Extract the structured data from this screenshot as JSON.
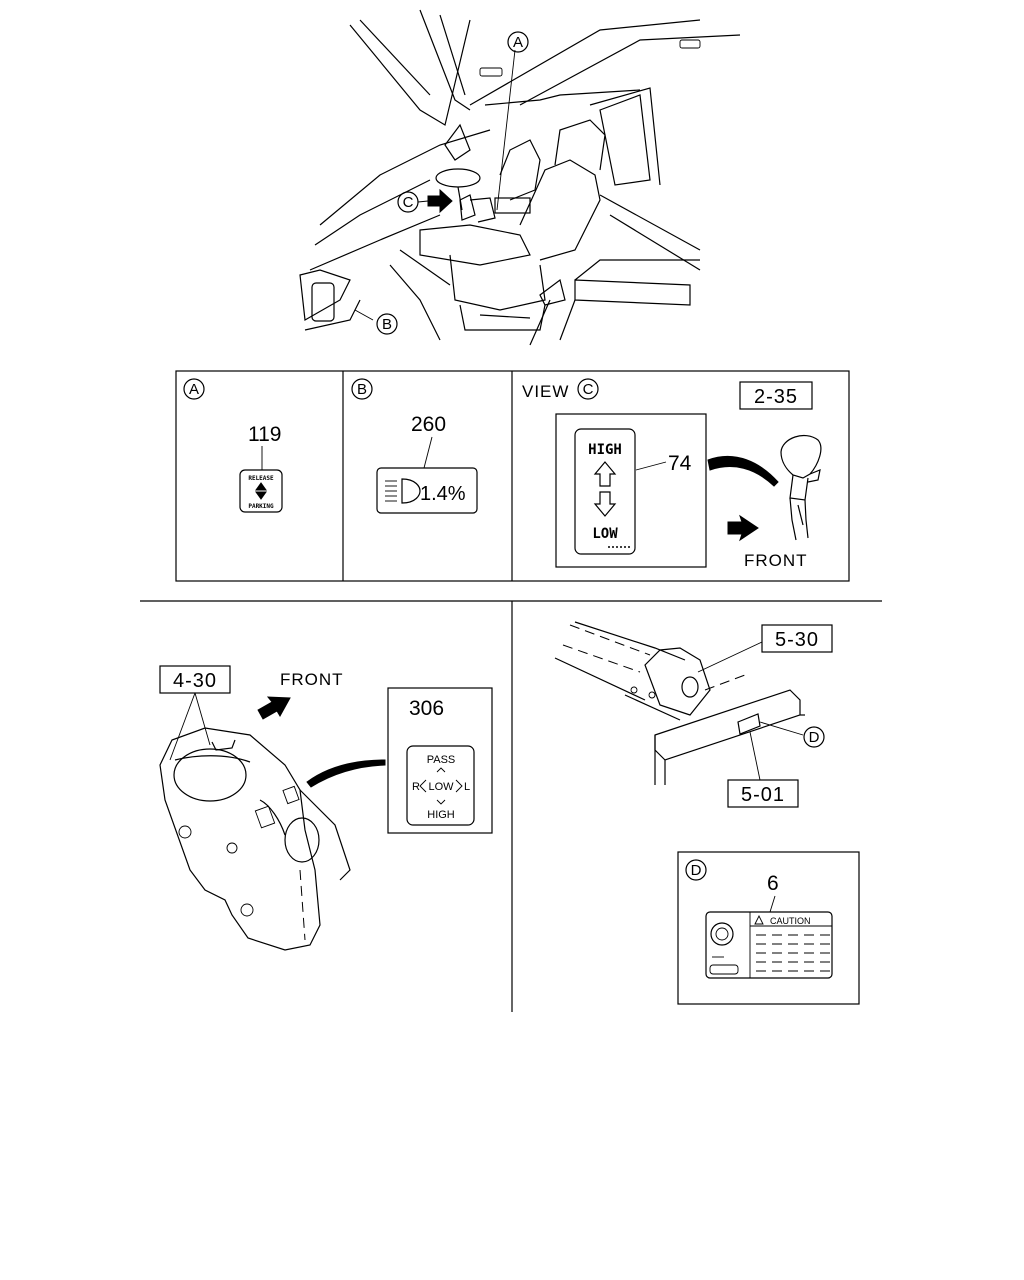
{
  "callouts": {
    "A": "A",
    "B": "B",
    "C": "C",
    "D": "D"
  },
  "panel_a": {
    "part_no": "119",
    "label_top": "RELEASE",
    "label_bottom": "PARKING"
  },
  "panel_b": {
    "part_no": "260",
    "label": "1.4%"
  },
  "panel_c": {
    "view_label": "VIEW",
    "part_no": "74",
    "ref_box": "2-35",
    "label_high": "HIGH",
    "label_low": "LOW",
    "direction": "FRONT"
  },
  "lower_left": {
    "ref_box": "4-30",
    "direction": "FRONT",
    "part_no": "306",
    "label_pass": "PASS",
    "label_low": "LOW",
    "label_r": "R",
    "label_l": "L",
    "label_high": "HIGH"
  },
  "lower_right": {
    "ref_top": "5-30",
    "ref_bottom": "5-01"
  },
  "panel_d": {
    "part_no": "6",
    "caution": "CAUTION"
  }
}
